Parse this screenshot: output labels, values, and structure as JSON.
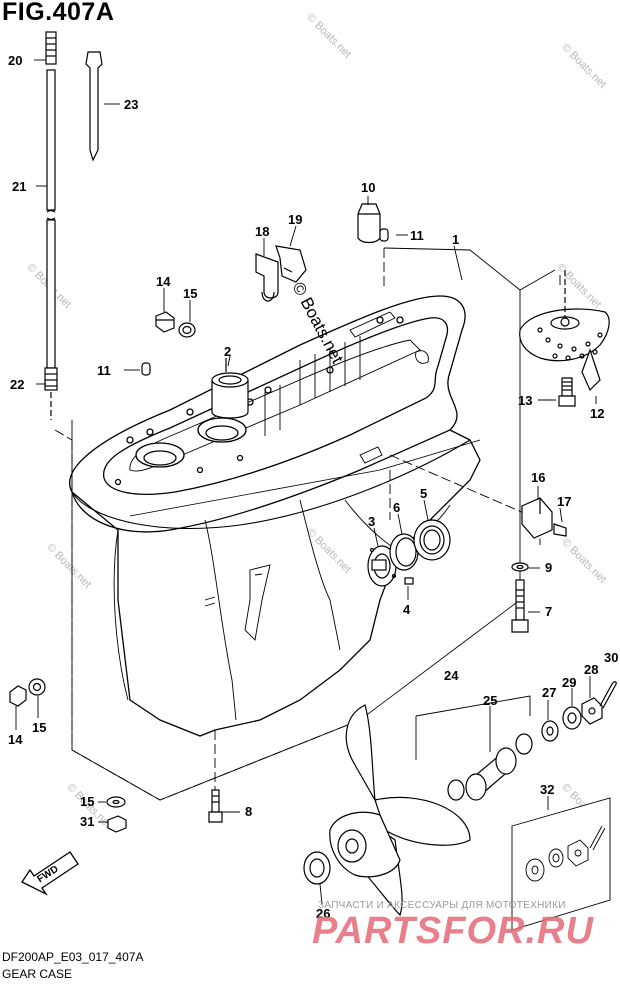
{
  "figure_title": "FIG.407A",
  "drawing_code": "DF200AP_E03_017_407A",
  "caption": "GEAR CASE",
  "center_copyright": "© Boats.net",
  "tiled_watermark": "© Boats.net",
  "site_tagline": "ЗАПЧАСТИ И АКСЕССУАРЫ ДЛЯ МОТОТЕХНИКИ",
  "site_logo": "PARTSFOR.RU",
  "fwd_label": "FWD",
  "callouts": {
    "c1": "1",
    "c2": "2",
    "c3": "3",
    "c4": "4",
    "c5": "5",
    "c6": "6",
    "c7": "7",
    "c8": "8",
    "c9": "9",
    "c10": "10",
    "c11a": "11",
    "c11b": "11",
    "c12": "12",
    "c13": "13",
    "c14a": "14",
    "c14b": "14",
    "c15a": "15",
    "c15b": "15",
    "c15c": "15",
    "c16": "16",
    "c17": "17",
    "c18": "18",
    "c19": "19",
    "c20": "20",
    "c21": "21",
    "c22": "22",
    "c23": "23",
    "c24": "24",
    "c25": "25",
    "c26": "26",
    "c27": "27",
    "c28": "28",
    "c29": "29",
    "c30": "30",
    "c31": "31",
    "c32": "32"
  },
  "colors": {
    "line": "#000000",
    "watermark": "#e56a78",
    "faint": "#b8b8b8"
  }
}
